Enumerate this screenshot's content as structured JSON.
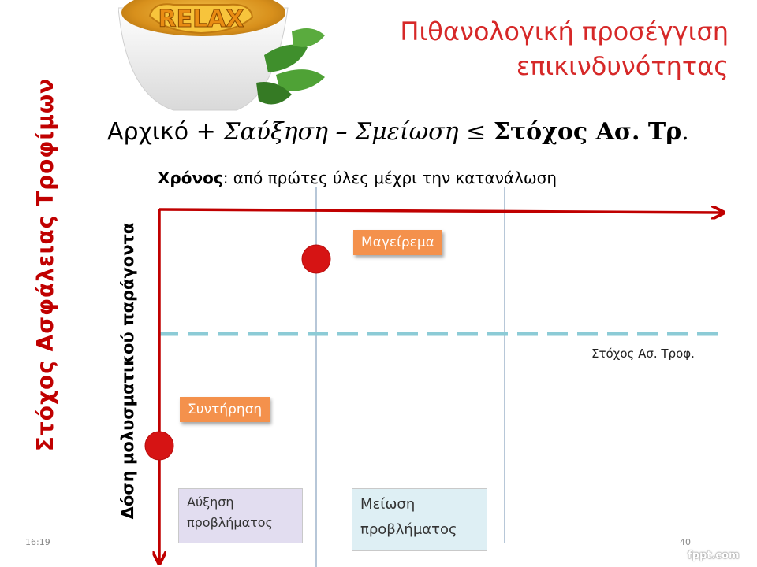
{
  "title": {
    "line1": "Πιθανολογική προσέγγιση",
    "line2": "επικινδυνότητας"
  },
  "formula": {
    "initial": "Αρχικό",
    "plus": " + ",
    "increase": "Σαύξηση",
    "minus": " – ",
    "decrease": "Σμείωση",
    "leq": " ≤ ",
    "target": "Στόχος Ασ. Τρ",
    "dot": "."
  },
  "time_caption": {
    "label": "Χρόνος",
    "text": ": από πρώτες ύλες μέχρι την κατανάλωση"
  },
  "side_title": "Στόχος Ασφάλειας Τροφίμων",
  "y_axis_label": "Δόση μολυσματικού παράγοντα",
  "tags": {
    "cooking": "Μαγείρεμα",
    "storage": "Συντήρηση"
  },
  "target_label": "Στόχος Ασ. Τροφ.",
  "boxes": {
    "growth_line1": "Αύξηση",
    "growth_line2": "προβλήματος",
    "reduction_line1": "Μείωση",
    "reduction_line2": "προβλήματος"
  },
  "cup_logo": "RELAX",
  "footer": {
    "time": "16:19",
    "page": "40",
    "brand": "fppt.com"
  },
  "colors": {
    "axis": "#c00000",
    "target_line": "#8ccbd6",
    "tag": "#f4914c",
    "dot": "#d61414",
    "title": "#d62828"
  }
}
